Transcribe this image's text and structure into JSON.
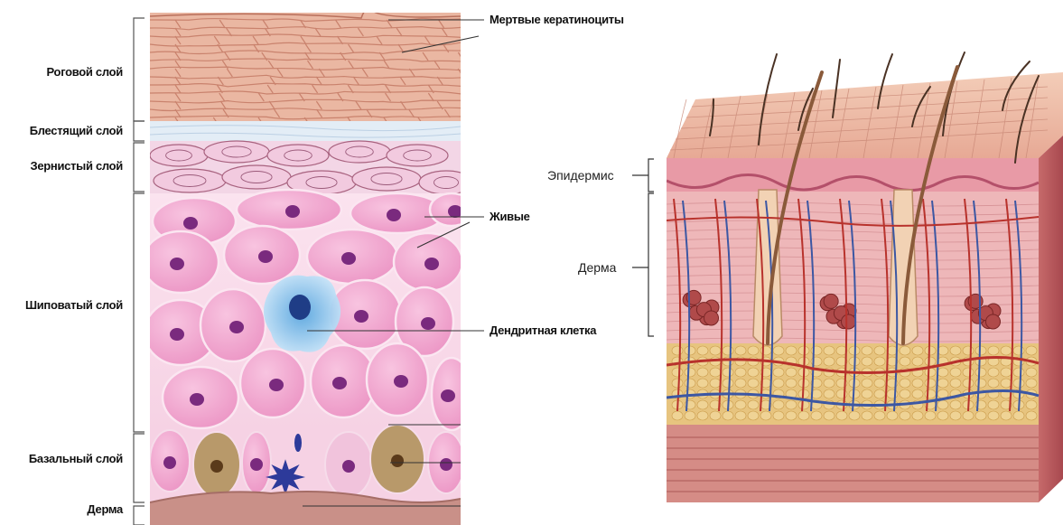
{
  "left_panel": {
    "layers": [
      {
        "key": "stratum_corneum",
        "label": "Роговой слой"
      },
      {
        "key": "stratum_lucidum",
        "label": "Блестящий слой"
      },
      {
        "key": "stratum_granulosum",
        "label": "Зернистый слой"
      },
      {
        "key": "stratum_spinosum",
        "label": "Шиповатый слой"
      },
      {
        "key": "stratum_basale",
        "label": "Базальный слой"
      },
      {
        "key": "dermis",
        "label": "Дерма"
      }
    ],
    "callouts": {
      "dead_keratinocytes": "Мертвые кератиноциты",
      "living": "Живые",
      "dendritic_cell": "Дендритная клетка"
    }
  },
  "right_panel": {
    "layers": {
      "epidermis": "Эпидермис",
      "dermis": "Дерма"
    }
  },
  "colors": {
    "corneum": "#e8b39c",
    "lucidum": "#dde9f4",
    "granulosum": "#efc6dc",
    "spinosum_cell": "#f1a5cf",
    "nucleus": "#7a2a7e",
    "dendritic": "#8cc8ee",
    "melanocyte": "#2d3a9a",
    "basal_brown": "#b8996a",
    "dermis": "#c99188",
    "fat": "#e4c178",
    "vessel_red": "#b8322c",
    "vessel_blue": "#3c57a3"
  }
}
